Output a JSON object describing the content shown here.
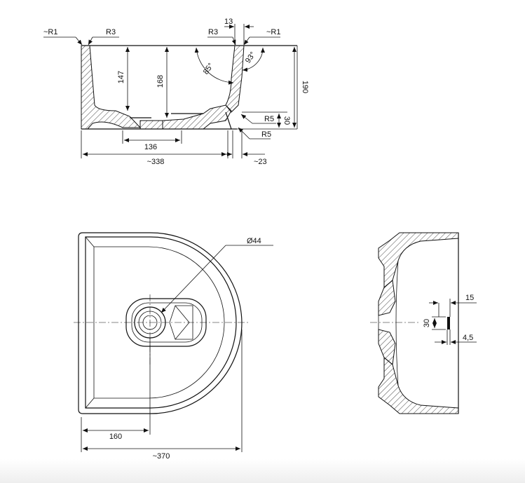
{
  "side_section": {
    "r1_left": "~R1",
    "r3_left": "R3",
    "r3_right": "R3",
    "r1_right": "~R1",
    "wall_top": "13",
    "angle_inner": "85°",
    "angle_outer": "93°",
    "depth_147": "147",
    "depth_168": "168",
    "height_190": "190",
    "r5_upper": "R5",
    "height_30": "30",
    "r5_lower": "R5",
    "drain_width": "136",
    "overall_width": "~338",
    "foot_width": "~23"
  },
  "plan_view": {
    "drain_diameter": "Ø44",
    "drain_offset": "160",
    "overall_width": "~370"
  },
  "end_section": {
    "slot_width": "15",
    "slot_height": "30",
    "slot_offset": "4,5"
  }
}
